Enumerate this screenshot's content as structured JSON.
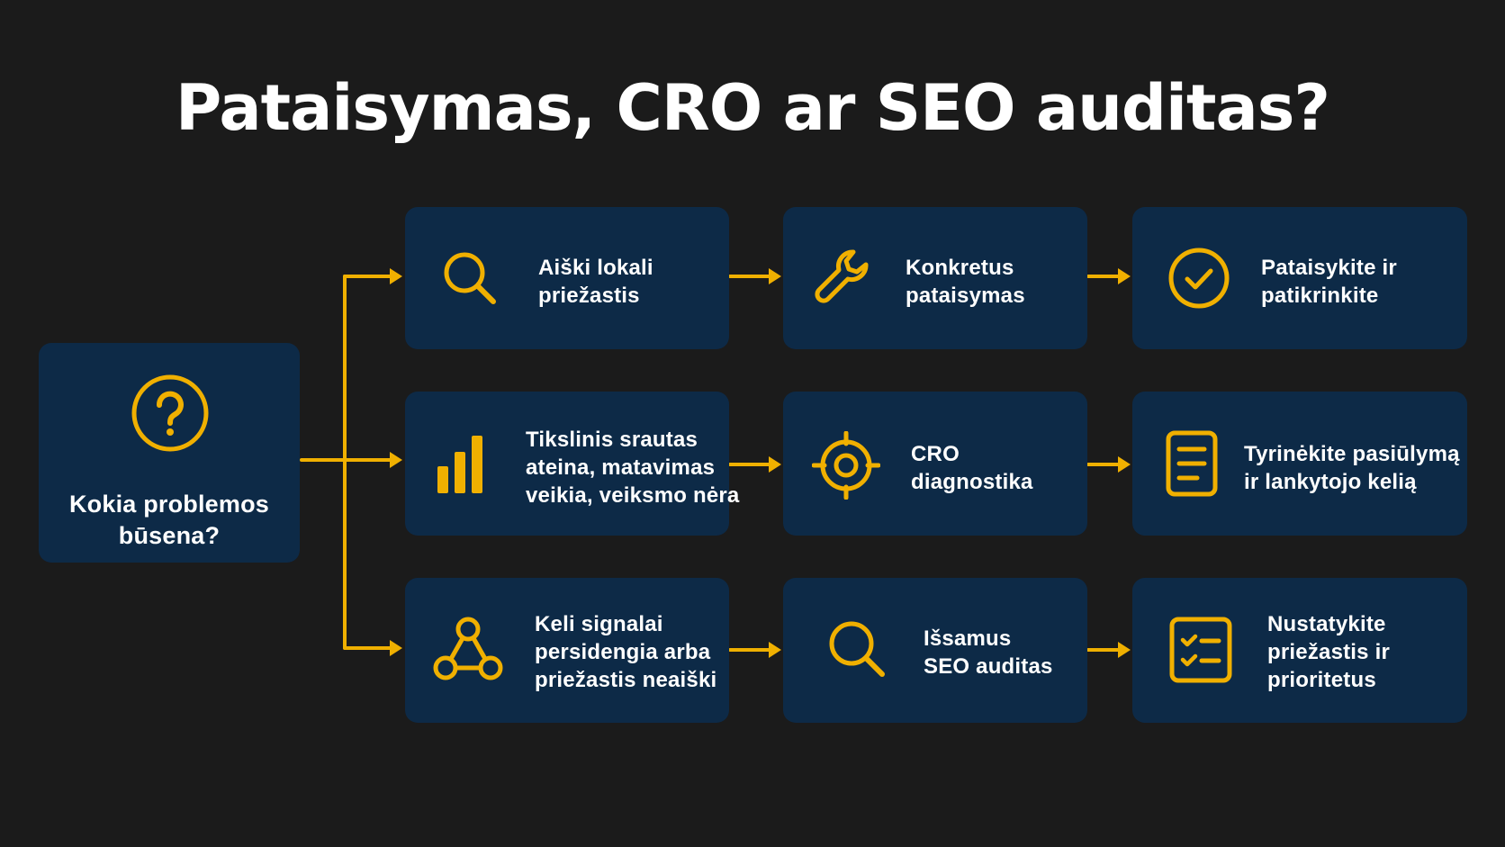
{
  "title": "Pataisymas, CRO ar SEO auditas?",
  "colors": {
    "background": "#1b1b1b",
    "card": "#0d2a47",
    "accent": "#f0b000",
    "text": "#ffffff"
  },
  "start": {
    "icon": "question-icon",
    "lines": [
      "Kokia problemos",
      "būsena?"
    ]
  },
  "rows": [
    {
      "condition": {
        "icon": "search-icon",
        "lines": [
          "Aiški lokali",
          "priežastis"
        ]
      },
      "action": {
        "icon": "wrench-icon",
        "lines": [
          "Konkretus",
          "pataisymas"
        ]
      },
      "outcome": {
        "icon": "check-circle-icon",
        "lines": [
          "Pataisykite ir",
          "patikrinkite"
        ]
      }
    },
    {
      "condition": {
        "icon": "bar-chart-icon",
        "lines": [
          "Tikslinis srautas",
          "ateina, matavimas",
          "veikia, veiksmo nėra"
        ]
      },
      "action": {
        "icon": "target-icon",
        "lines": [
          "CRO",
          "diagnostika"
        ]
      },
      "outcome": {
        "icon": "document-icon",
        "lines": [
          "Tyrinėkite pasiūlymą",
          "ir lankytojo kelią"
        ]
      }
    },
    {
      "condition": {
        "icon": "network-icon",
        "lines": [
          "Keli signalai",
          "persidengia arba",
          "priežastis neaiški"
        ]
      },
      "action": {
        "icon": "search-icon",
        "lines": [
          "Išsamus",
          "SEO auditas"
        ]
      },
      "outcome": {
        "icon": "checklist-icon",
        "lines": [
          "Nustatykite",
          "priežastis ir",
          "prioritetus"
        ]
      }
    }
  ]
}
